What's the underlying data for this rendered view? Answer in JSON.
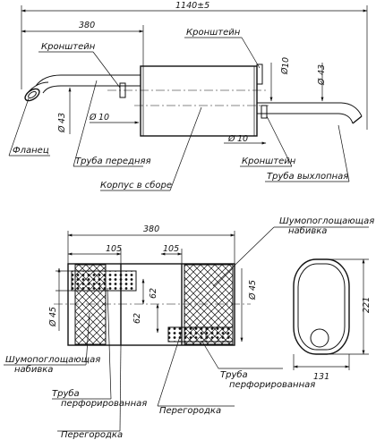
{
  "top_view": {
    "dim_total": "1140±5",
    "dim_length": "380",
    "dim_d10_pipe": "10",
    "dim_d43_front": "43",
    "dim_d10_tail": "10",
    "dim_d43_tail": "43",
    "dim_d10_bottom": "10",
    "label_bracket_front": "Кронштейн",
    "label_bracket_rear": "Кронштейн",
    "label_bracket_bottom": "Кронштейн",
    "label_flange": "Фланец",
    "label_front_pipe": "Труба передняя",
    "label_body": "Корпус в сборе",
    "label_exhaust_pipe": "Труба выхлопная"
  },
  "section_view": {
    "dim_length": "380",
    "dim_105_left": "105",
    "dim_105_right": "105",
    "dim_d45_left": "45",
    "dim_d45_right": "45",
    "dim_62_upper": "62",
    "dim_62_lower": "62",
    "label_absorber_top": "Шумопоглощающая набивка",
    "label_absorber_left": "Шумопоглощающая набивка",
    "label_perf_pipe_left": "Труба перфорированная",
    "label_perf_pipe_right": "Труба перфорированная",
    "label_partition_left": "Перегородка",
    "label_partition_bottom": "Перегородка"
  },
  "end_view": {
    "dim_height": "221",
    "dim_width": "131"
  }
}
